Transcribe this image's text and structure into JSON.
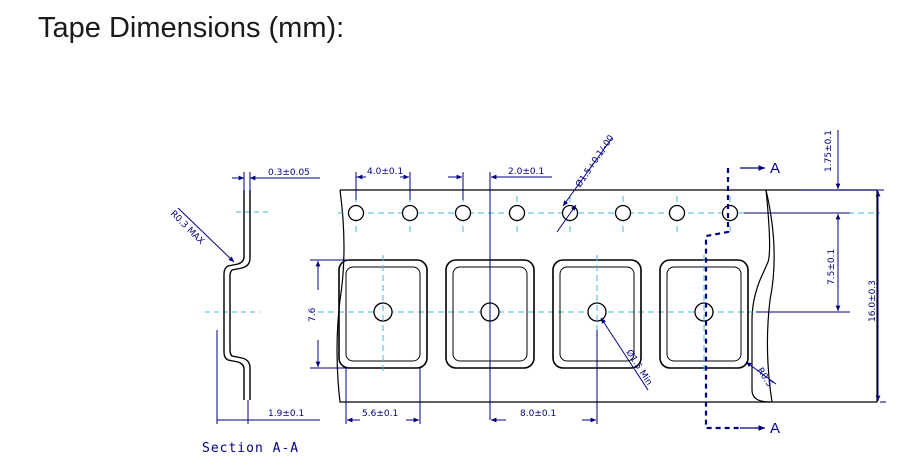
{
  "title": "Tape Dimensions (mm):",
  "section_label": "Section A-A",
  "section_marker": "A",
  "colors": {
    "outline": "#000000",
    "dimension": "#000080",
    "centerline": "#40b8d8",
    "title": "#1a1a1a"
  },
  "dimensions": {
    "thickness": "0.3±0.05",
    "radius_max": "R0.3 MAX",
    "hole_pitch": "4.0±0.1",
    "hole_to_pocket": "2.0±0.1",
    "hole_diameter": "Ø1.5+0.1/-00",
    "edge_to_hole": "1.75±0.1",
    "hole_to_pocket_center": "7.5±0.1",
    "tape_width": "16.0±0.3",
    "pocket_length": "7.6",
    "pocket_depth": "1.9±0.1",
    "pocket_width": "5.6±0.1",
    "pocket_pitch": "8.0±0.1",
    "pocket_hole": "Ø1.5 Min",
    "corner_radius": "R0.5"
  }
}
